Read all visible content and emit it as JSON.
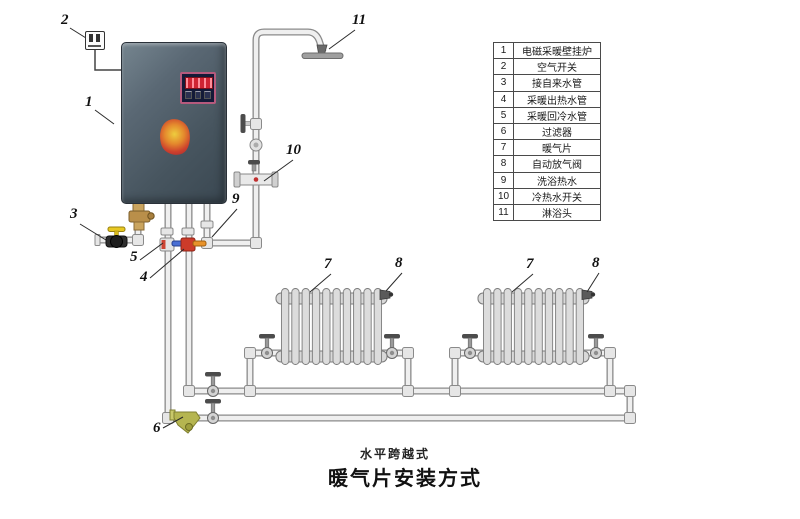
{
  "captions": {
    "subtitle": "水平跨越式",
    "title": "暖气片安装方式"
  },
  "legend": {
    "items": [
      {
        "num": "1",
        "label": "电磁采暖壁挂炉"
      },
      {
        "num": "2",
        "label": "空气开关"
      },
      {
        "num": "3",
        "label": "接自来水管"
      },
      {
        "num": "4",
        "label": "采暖出热水管"
      },
      {
        "num": "5",
        "label": "采暖回冷水管"
      },
      {
        "num": "6",
        "label": "过滤器"
      },
      {
        "num": "7",
        "label": "暖气片"
      },
      {
        "num": "8",
        "label": "自动放气阀"
      },
      {
        "num": "9",
        "label": "洗浴热水"
      },
      {
        "num": "10",
        "label": "冷热水开关"
      },
      {
        "num": "11",
        "label": "淋浴头"
      }
    ]
  },
  "callouts": {
    "boiler": "1",
    "air_switch": "2",
    "tap_water": "3",
    "heat_out": "4",
    "heat_return": "5",
    "filter": "6",
    "radiator_a": "7",
    "vent_a": "8",
    "radiator_b": "7",
    "vent_b": "8",
    "bath_water": "9",
    "mixer": "10",
    "shower": "11"
  },
  "radiators": {
    "section_count": 10,
    "count": 2
  },
  "colors": {
    "boiler_body": "#4e5d6b",
    "panel_border": "#b65a7d",
    "led": "#cf2433",
    "flame_logo": "#d4402a",
    "pipe": "#efefef",
    "brass": "#b98f4a",
    "tap_handle": "#e8c822",
    "valve_hot": "#cc3b2a",
    "valve_warm": "#e8922a",
    "valve_cool": "#4a6fd4",
    "filter": "#b5b550",
    "radiator": "#dcdcdc"
  }
}
